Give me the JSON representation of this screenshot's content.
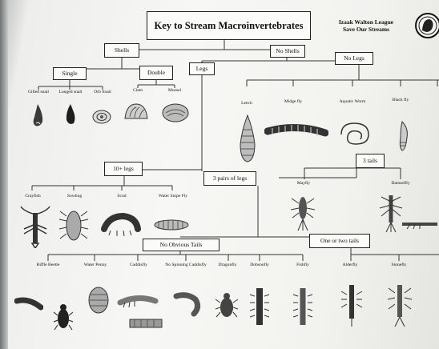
{
  "title": "Key to Stream Macroinvertebrates",
  "org": {
    "line1": "Izaak Walton League",
    "line2": "Save Our Streams"
  },
  "categories": {
    "shells": "Shells",
    "no_shells": "No Shells",
    "no_legs": "No Legs",
    "legs": "Legs",
    "single": "Single",
    "double": "Double",
    "ten_legs": "10+ legs",
    "six_legs": "3 pairs of legs",
    "three_tails": "3 tails",
    "one_two_tails": "One or two tails",
    "no_tails": "No Obvious Tails"
  },
  "organisms": {
    "gilled_snail": "Gilled snail",
    "lunged_snail": "Lunged snail",
    "orb_snail": "Orb Snail",
    "clam": "Clam",
    "mussel": "Mussel",
    "leech": "Leech",
    "midge": "Midge fly",
    "worm": "Aquatic Worm",
    "blackfly": "Black fly",
    "crayfish": "Crayfish",
    "sowbug": "Sowbug",
    "scud": "Scud",
    "snipe_fly": "Water Snipe Fly",
    "mayfly": "Mayfly",
    "damselfly": "Damselfly",
    "riffle_beetle": "Riffle Beetle",
    "water_penny": "Water Penny",
    "caddisfly": "Caddisfly",
    "nonspin_caddis": "No Spinning Caddisfly",
    "dragonfly": "Dragonfly",
    "dobsonfly": "Dobsonfly",
    "fishfly": "Fishfly",
    "alderfly": "Alderfly",
    "stonefly": "Stonefly"
  }
}
